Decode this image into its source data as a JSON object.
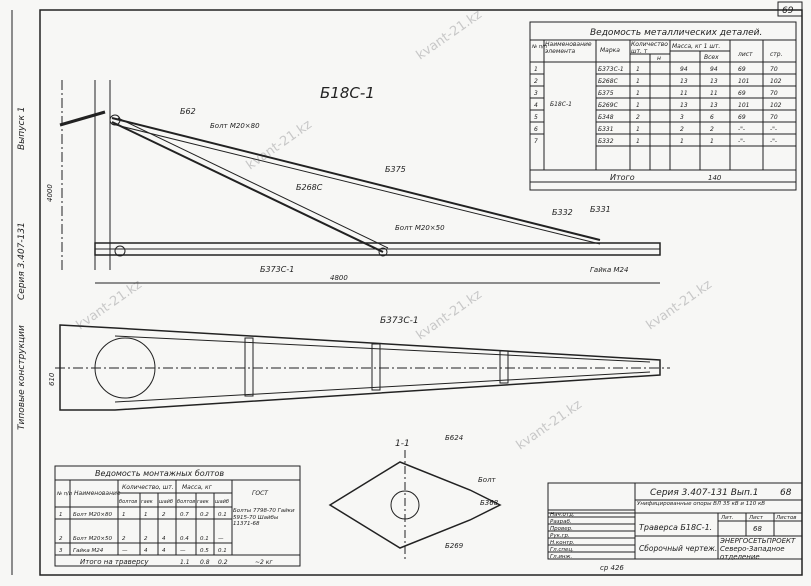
{
  "sheet_number": "69",
  "bottom_note": "ср 426",
  "watermark": "kvant-21.kz",
  "side_labels": [
    "Выпуск 1",
    "Серия 3.407-131",
    "Типовые конструкции"
  ],
  "main_view": {
    "title": "Б18С-1",
    "labels": {
      "b62": "Б62",
      "bolt_top": "Болт М20×80",
      "b375": "Б375",
      "b268": "Б268С",
      "bolt_mid": "Болт М20×50",
      "b332": "Б332",
      "b331": "Б331",
      "b373": "Б373С-1",
      "nut": "Гайка М24",
      "dim_h": "4000",
      "dim_l": "4800"
    }
  },
  "plan_view": {
    "title": "Б373С-1",
    "dim": "610"
  },
  "section_view": {
    "title": "1-1",
    "labels": {
      "b624": "Б624",
      "bolt": "Болт",
      "b368": "Б368",
      "b269": "Б269"
    }
  },
  "metal_table": {
    "title": "Ведомость металлических деталей.",
    "headers": [
      "№ п/п",
      "Наименование элемента",
      "Марка",
      "Количество шт. т",
      "н",
      "Масса, кг 1 шт.",
      "Всех",
      "лист",
      "стр."
    ],
    "element": "Б18С-1",
    "rows": [
      [
        "1",
        "Б373С-1",
        "1",
        "",
        "94",
        "94",
        "69",
        "70"
      ],
      [
        "2",
        "Б268С",
        "1",
        "",
        "13",
        "13",
        "101",
        "102"
      ],
      [
        "3",
        "Б375",
        "1",
        "",
        "11",
        "11",
        "69",
        "70"
      ],
      [
        "4",
        "Б269С",
        "1",
        "",
        "13",
        "13",
        "101",
        "102"
      ],
      [
        "5",
        "Б348",
        "2",
        "",
        "3",
        "6",
        "69",
        "70"
      ],
      [
        "6",
        "Б331",
        "1",
        "",
        "2",
        "2",
        "-\"-",
        "-\"-"
      ],
      [
        "7",
        "Б332",
        "1",
        "",
        "1",
        "1",
        "-\"-",
        "-\"-"
      ]
    ],
    "total_label": "Итого",
    "total": "140"
  },
  "bolt_table": {
    "title": "Ведомость монтажных болтов",
    "headers": [
      "№ п/п",
      "Наименование",
      "болтов",
      "гаек",
      "шайб",
      "болтов",
      "гаек",
      "шайб",
      "ГОСТ"
    ],
    "group_headers": [
      "Количество, шт.",
      "Масса, кг"
    ],
    "rows": [
      [
        "1",
        "Болт М20×80",
        "1",
        "1",
        "2",
        "0.7",
        "0.2",
        "0.1"
      ],
      [
        "2",
        "Болт М20×50",
        "2",
        "2",
        "4",
        "0.4",
        "0.1",
        "—"
      ],
      [
        "3",
        "Гайка М24",
        "—",
        "4",
        "4",
        "—",
        "0.5",
        "0.1"
      ]
    ],
    "gost": "Болты 7798-70 Гайки 5915-70 Шайбы 11371-68",
    "total_label": "Итого на траверсу",
    "totals": [
      "1.1",
      "0.8",
      "0.2",
      "~2 кг"
    ]
  },
  "title_block": {
    "series": "Серия 3.407-131 Вып.1",
    "sheet": "68",
    "project": "Унифицированные опоры ВЛ 35 кВ и 110 кВ",
    "name": "Траверса Б18С-1.",
    "drawing": "Сборочный чертеж.",
    "org": "ЭНЕРГОСЕТЬПРОЕКТ Северо-Западное отделение",
    "stage_label": "Лит.",
    "sheet_label": "Лист",
    "sheets_label": "Листов",
    "sheet_value": "68",
    "roles": [
      "Нач.отд.",
      "Разраб.",
      "Провер.",
      "Рук.гр.",
      "Н.контр.",
      "Гл.спец.",
      "Гл.инж."
    ]
  }
}
